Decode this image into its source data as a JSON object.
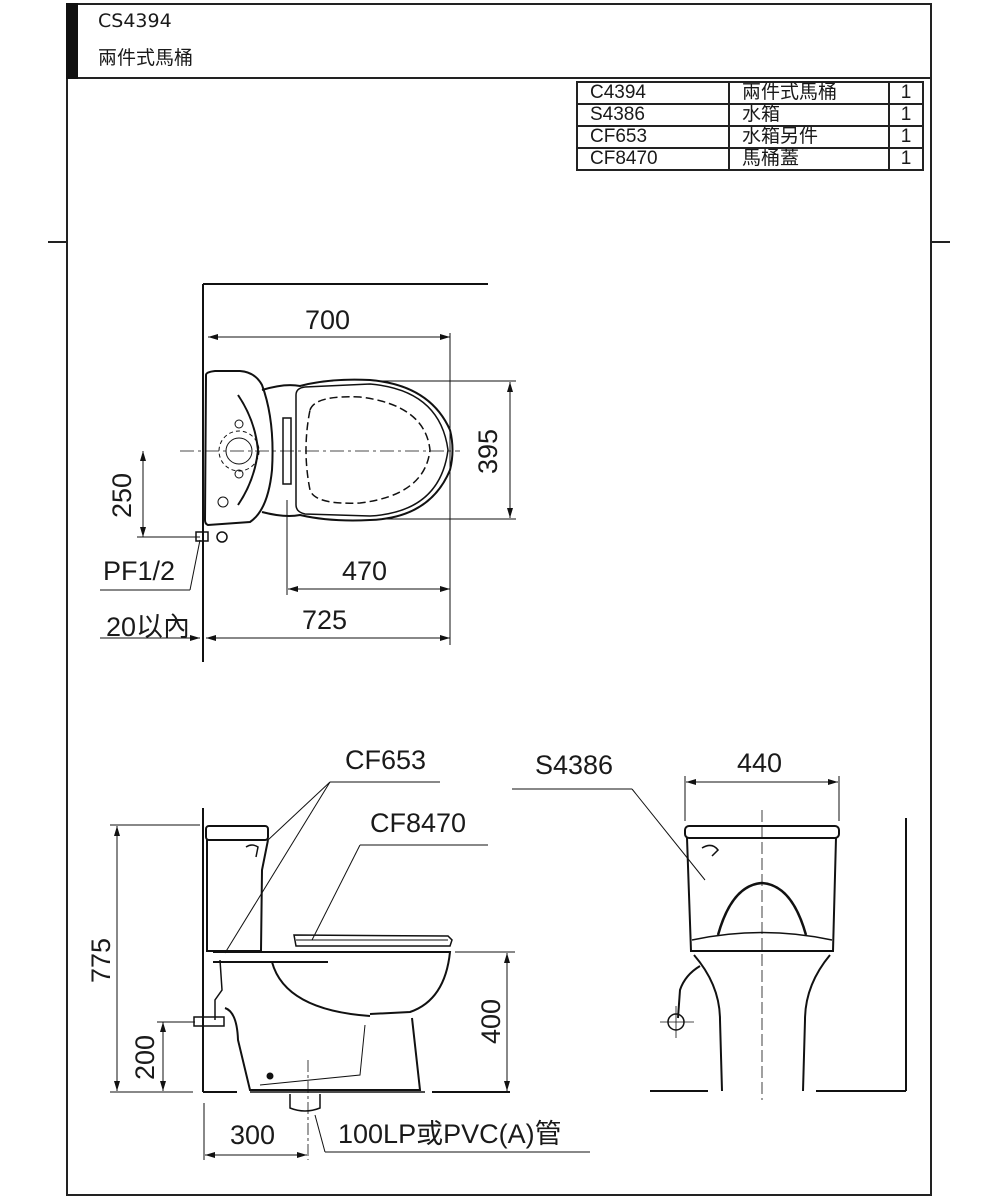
{
  "header": {
    "model_code": "CS4394",
    "model_name": "兩件式馬桶"
  },
  "parts_table": {
    "rows": [
      {
        "code": "C4394",
        "name": "兩件式馬桶",
        "qty": "1"
      },
      {
        "code": "S4386",
        "name": "水箱",
        "qty": "1"
      },
      {
        "code": "CF653",
        "name": "水箱另件",
        "qty": "1"
      },
      {
        "code": "CF8470",
        "name": "馬桶蓋",
        "qty": "1"
      }
    ]
  },
  "top_view": {
    "dimensions": {
      "overall_length": "700",
      "width": "395",
      "supply_offset": "250",
      "seat_length": "470",
      "total_depth": "725",
      "wall_clearance": "20以內"
    },
    "labels": {
      "supply_fitting": "PF1/2"
    }
  },
  "side_view": {
    "dimensions": {
      "overall_height": "775",
      "supply_height": "200",
      "seat_height": "400",
      "rough_in": "300"
    },
    "labels": {
      "tank_fittings": "CF653",
      "seat_cover": "CF8470",
      "drain_pipe": "100LP或PVC(A)管"
    }
  },
  "front_view": {
    "dimensions": {
      "tank_width": "440"
    },
    "labels": {
      "tank": "S4386"
    }
  }
}
